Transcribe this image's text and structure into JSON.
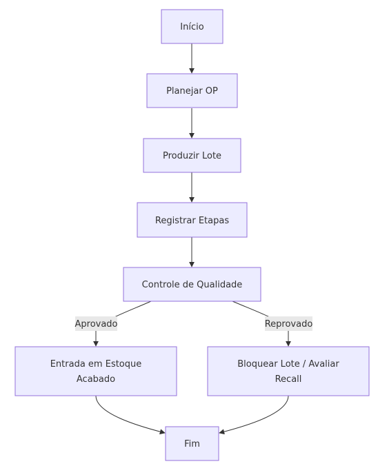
{
  "diagram": {
    "type": "flowchart",
    "nodes": {
      "inicio": {
        "label": "Início"
      },
      "planejar": {
        "label": "Planejar OP"
      },
      "produzir": {
        "label": "Produzir Lote"
      },
      "registrar": {
        "label": "Registrar Etapas"
      },
      "controle": {
        "label": "Controle de Qualidade"
      },
      "estoque": {
        "line1": "Entrada em Estoque",
        "line2": "Acabado"
      },
      "bloquear": {
        "line1": "Bloquear Lote / Avaliar",
        "line2": "Recall"
      },
      "fim": {
        "label": "Fim"
      }
    },
    "edges": [
      {
        "from": "inicio",
        "to": "planejar"
      },
      {
        "from": "planejar",
        "to": "produzir"
      },
      {
        "from": "produzir",
        "to": "registrar"
      },
      {
        "from": "registrar",
        "to": "controle"
      },
      {
        "from": "controle",
        "to": "estoque",
        "label": "Aprovado"
      },
      {
        "from": "controle",
        "to": "bloquear",
        "label": "Reprovado"
      },
      {
        "from": "estoque",
        "to": "fim"
      },
      {
        "from": "bloquear",
        "to": "fim"
      }
    ],
    "edge_labels": {
      "aprovado": "Aprovado",
      "reprovado": "Reprovado"
    },
    "colors": {
      "node_fill": "#ececff",
      "node_stroke": "#9370db",
      "edge": "#333333",
      "label_bg": "#e8e8e8",
      "text": "#333333"
    }
  }
}
